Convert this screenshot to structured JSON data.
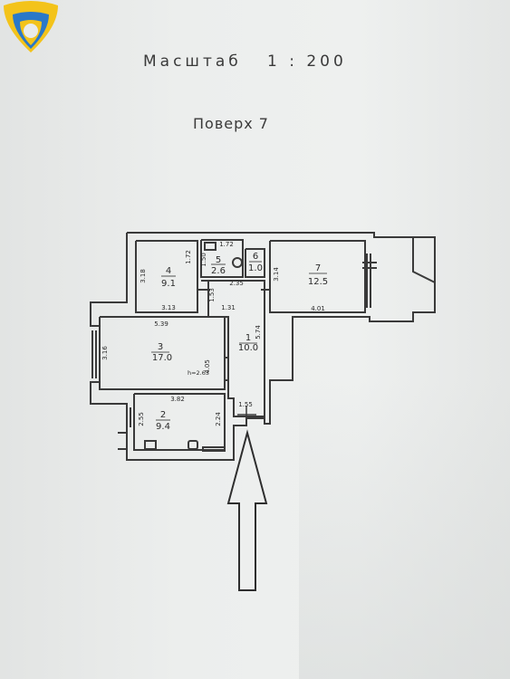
{
  "header": {
    "scale_label": "Масштаб   1 : 200",
    "floor_label": "Поверх 7"
  },
  "colors": {
    "logo_yellow": "#f3c31a",
    "logo_blue": "#2a78c8",
    "line": "#3a3a3a"
  },
  "rooms": [
    {
      "number": "4",
      "area": "9.1"
    },
    {
      "number": "5",
      "area": "2.6"
    },
    {
      "number": "6",
      "area": "1.0"
    },
    {
      "number": "7",
      "area": "12.5"
    },
    {
      "number": "1",
      "area": "10.0"
    },
    {
      "number": "3",
      "area": "17.0"
    },
    {
      "number": "2",
      "area": "9.4"
    }
  ],
  "dimensions": {
    "d1": "3.18",
    "d2": "1.72",
    "d3": "1.72",
    "d4": "1.50",
    "d5": "1.53",
    "d6": "2.35",
    "d7": "3.14",
    "d8": "3.13",
    "d9": "1.31",
    "d10": "4.01",
    "d11": "5.39",
    "d12": "5.74",
    "d13": "3.16",
    "d14": "4.05",
    "d15": "3.82",
    "d16": "1.55",
    "d17": "2.55",
    "d18": "2.24"
  },
  "ceiling_height": "h=2.63"
}
